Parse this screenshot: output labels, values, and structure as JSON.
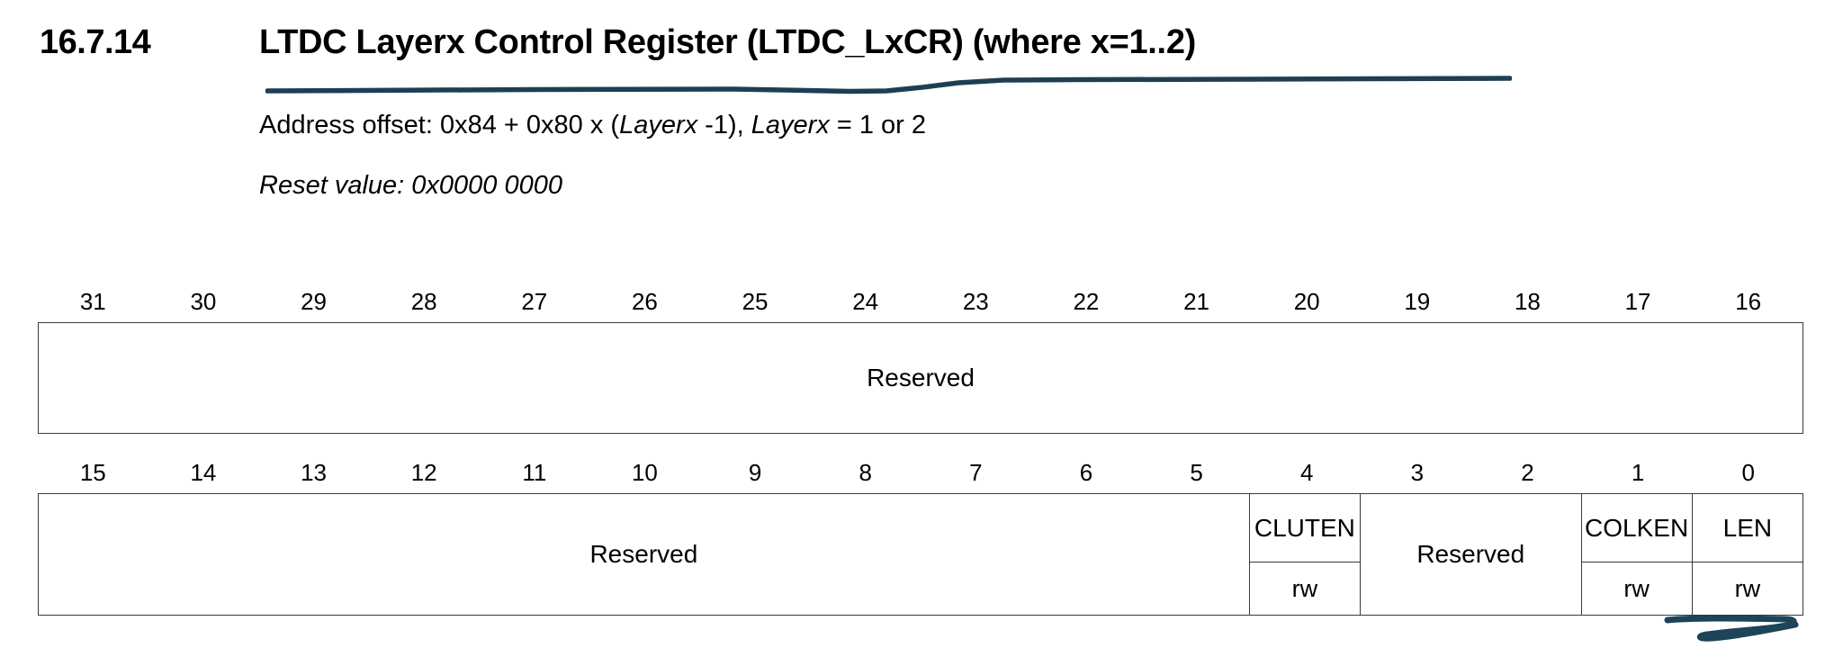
{
  "document": {
    "section_number": "16.7.14",
    "section_title": "LTDC Layerx Control Register (LTDC_LxCR) (where x=1..2)",
    "address_offset_prefix": "Address offset: 0x84 + 0x80 x (",
    "address_offset_italic1": "Layerx",
    "address_offset_mid": " -1), ",
    "address_offset_italic2": "Layerx",
    "address_offset_suffix": " = 1 or 2",
    "reset_value": "Reset value: 0x0000 0000"
  },
  "annotations": {
    "title_underline_color": "#1d3f54",
    "scribble_color": "#1d4458",
    "title_underline_name": "hand-drawn underline under register title",
    "scribble_name": "hand-drawn scribble under LEN field"
  },
  "register": {
    "upper": {
      "bits": [
        "31",
        "30",
        "29",
        "28",
        "27",
        "26",
        "25",
        "24",
        "23",
        "22",
        "21",
        "20",
        "19",
        "18",
        "17",
        "16"
      ],
      "fields": [
        {
          "label": "Reserved",
          "span": 16,
          "access": ""
        }
      ]
    },
    "lower": {
      "bits": [
        "15",
        "14",
        "13",
        "12",
        "11",
        "10",
        "9",
        "8",
        "7",
        "6",
        "5",
        "4",
        "3",
        "2",
        "1",
        "0"
      ],
      "fields": [
        {
          "label": "Reserved",
          "span": 11,
          "access": ""
        },
        {
          "label": "CLUTEN",
          "span": 1,
          "access": "rw"
        },
        {
          "label": "Reserved",
          "span": 2,
          "access": ""
        },
        {
          "label": "COLKEN",
          "span": 1,
          "access": "rw"
        },
        {
          "label": "LEN",
          "span": 1,
          "access": "rw"
        }
      ]
    }
  }
}
